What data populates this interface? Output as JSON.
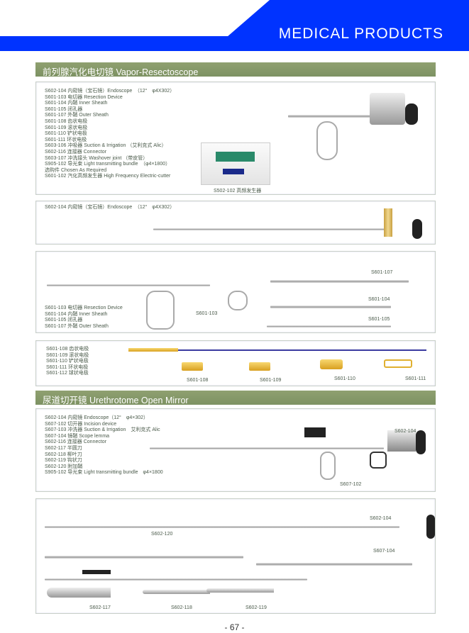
{
  "header": {
    "title": "MEDICAL PRODUCTS"
  },
  "section1": {
    "title": "前列腺汽化电切镜 Vapor-Resectoscope",
    "list": [
      "S602-104 内窥镜（宝石镜）Endoscope　（12°　φ4X302）",
      "S601-103 电切器 Resection Device",
      "S601-104 内鞘 Inner Sheath",
      "S601-105 闭孔器",
      "S601-107 外鞘 Outer Sheath",
      "S601-108 齿状电极",
      "S601-109 滚状电极",
      "S601-110 铲状电极",
      "S601-111 环状电极",
      "S603-106 冲吸器 Suction & Irrigation （艾利克式 Alic）",
      "S602-116 连接器 Connector",
      "S603-107 冲洗接头 Washover joint （带皮管）",
      "S905-102 导光束 Light transmitting bundle　（φ4×1800）",
      "选购件 Chosen As Required",
      "S601-102 汽化高频发生器 High Frequency Electric-cutter"
    ],
    "generator_label": "S502-102 高频发生器"
  },
  "box2": {
    "list": [
      "S602-104 内窥镜（宝石镜）Endoscope　（12°　φ4X302）"
    ]
  },
  "box3": {
    "list": [
      "S601-103 电切器 Resection Device",
      "S601-104 内鞘 Inner Sheath",
      "S601-105 闭孔器",
      "S601-107 外鞘 Outer Sheath"
    ],
    "labels": [
      "S601-103",
      "S601-107",
      "S601-104",
      "S601-105"
    ]
  },
  "box4": {
    "list": [
      "S601-108 齿状电极",
      "S601-109 滚状电极",
      "S601-110 铲状电极",
      "S601-111 环状电极",
      "S601-112 球状电极"
    ],
    "labels": [
      "S601-108",
      "S601-109",
      "S601-110",
      "S601-111"
    ]
  },
  "section2": {
    "title": "尿道切开镜 Urethrotome Open Mirror",
    "list": [
      "S602-104 内窥镜 Endoscope（12°　φ4×302）",
      "S607-102 切开器 Incision device",
      "S607-103 冲洗器 Suction & Irrigation　艾利克式 Alic",
      "S607-104 镜鞘 Scope lemma",
      "S602-116 连接器 Connector",
      "S602-117 半圆刀",
      "S602-118 柳叶刀",
      "S602-119 钩状刀",
      "S602-120 附加鞘",
      "S905-102 导光束 Light transmitting bundle　φ4×1800"
    ],
    "labels": [
      "S602-104",
      "S607-102"
    ]
  },
  "box6": {
    "labels": [
      "S602-104",
      "S602-120",
      "S607-104",
      "S602-117",
      "S602-118",
      "S602-119"
    ]
  },
  "footer": {
    "page": "- 67 -"
  }
}
